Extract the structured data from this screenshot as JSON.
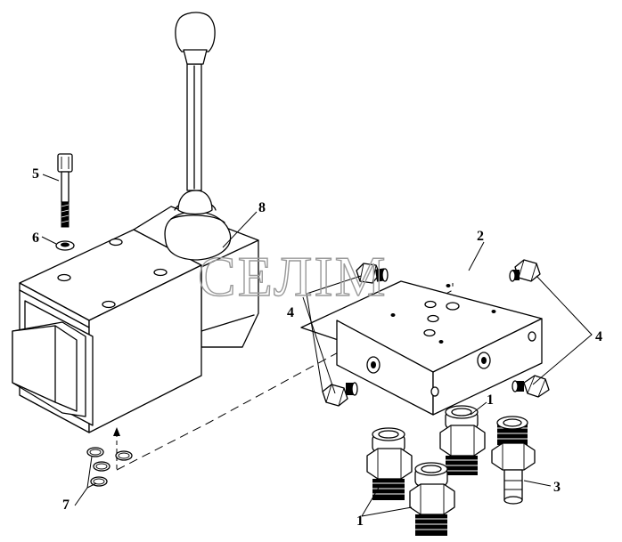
{
  "watermark": "СЕЛІМ",
  "callouts": {
    "c1_bottom": "1",
    "c1_right": "1",
    "c2": "2",
    "c3": "3",
    "c4_left": "4",
    "c4_right": "4",
    "c5": "5",
    "c6": "6",
    "c7": "7",
    "c8": "8"
  },
  "colors": {
    "line": "#000000",
    "watermark": "#9a9a9a",
    "background": "#ffffff"
  }
}
